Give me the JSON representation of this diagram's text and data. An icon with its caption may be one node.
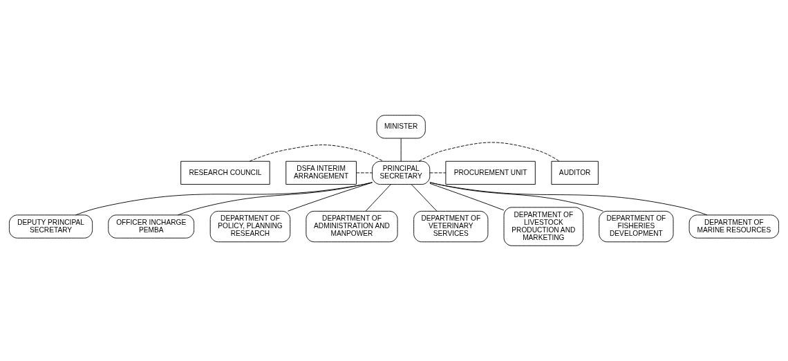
{
  "diagram": {
    "nodes": [
      {
        "text": [
          "MINISTER"
        ]
      },
      {
        "text": [
          "RESEARCH COUNCIL"
        ]
      },
      {
        "text": [
          "PRINCIPAL SECRETARY"
        ]
      },
      {
        "text": [
          "AUDITOR"
        ]
      },
      {
        "text": [
          "DSFA INTERIM ARRANGEMENT"
        ]
      },
      {
        "text": [
          "PROCUREMENT UNIT"
        ]
      },
      {
        "text": [
          "DEPUTY PRINCIPAL SECRETARY"
        ]
      },
      {
        "text": [
          "OFFICER INCHARGE PEMBA"
        ]
      },
      {
        "text": [
          "DEPARTMENT OF POLICY, PLANNING RESEARCH"
        ]
      },
      {
        "text": [
          "DEPARTMENT OF ADMINISTRATION AND MANPOWER"
        ]
      },
      {
        "text": [
          "DEPARTMENT OF VETERINARY SERVICES"
        ]
      },
      {
        "text": [
          "DEPARTMENT OF LIVESTOCK PRODUCTION AND MARKETING"
        ]
      },
      {
        "text": [
          "DEPARTMENT OF FISHERIES DEVELOPMENT"
        ]
      },
      {
        "text": [
          "DEPARTMENT OF MARINE RESOURCES"
        ]
      }
    ],
    "edges": [
      {
        "from": 0,
        "to": 2,
        "arrow": "none"
      },
      {
        "from": 1,
        "to": 2,
        "arrow": "none",
        "style": "dashed"
      },
      {
        "from": 2,
        "to": 3,
        "arrow": "none",
        "style": "dashed"
      },
      {
        "from": 4,
        "to": 2,
        "arrow": "none",
        "style": "dashed"
      },
      {
        "from": 2,
        "to": 5,
        "arrow": "none",
        "style": "dashed"
      },
      {
        "from": 2,
        "to": 6,
        "arrow": "none"
      },
      {
        "from": 2,
        "to": 7,
        "arrow": "none"
      },
      {
        "from": 2,
        "to": 8,
        "arrow": "none"
      },
      {
        "from": 2,
        "to": 9,
        "arrow": "none"
      },
      {
        "from": 2,
        "to": 10,
        "arrow": "none"
      },
      {
        "from": 2,
        "to": 11,
        "arrow": "none"
      },
      {
        "from": 2,
        "to": 12,
        "arrow": "none"
      },
      {
        "from": 2,
        "to": 13,
        "arrow": "none"
      }
    ]
  }
}
